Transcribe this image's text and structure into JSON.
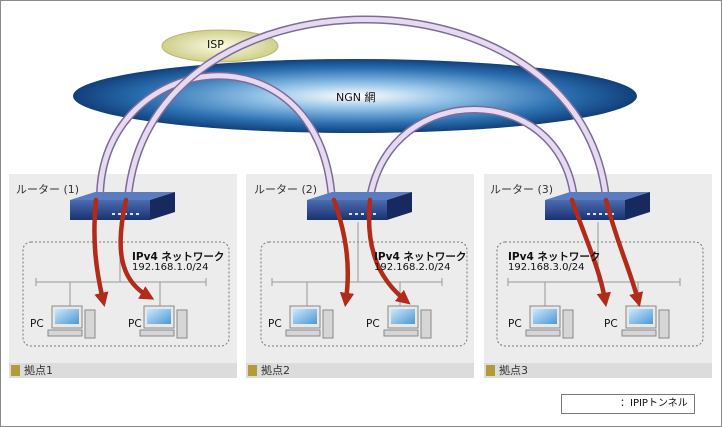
{
  "clouds": {
    "isp": "ISP",
    "ngn": "NGN 網"
  },
  "sites": [
    {
      "router": "ルーター (1)",
      "network": "IPv4 ネットワーク",
      "address": "192.168.1.0/24",
      "pc_a": "PC",
      "pc_b": "PC",
      "site": "拠点1"
    },
    {
      "router": "ルーター (2)",
      "network": "IPv4 ネットワーク",
      "address": "192.168.2.0/24",
      "pc_a": "PC",
      "pc_b": "PC",
      "site": "拠点2"
    },
    {
      "router": "ルーター (3)",
      "network": "IPv4 ネットワーク",
      "address": "192.168.3.0/24",
      "pc_a": "PC",
      "pc_b": "PC",
      "site": "拠点3"
    }
  ],
  "legend": {
    "text": "：IPIPトンネル"
  },
  "colors": {
    "tunnel_pipe": "#d8c8e8",
    "tunnel_arrow": "#b22a1a",
    "router": "#1e3a7a",
    "ngn_cloud": "#2a6fb0",
    "isp_cloud": "#e4e4b0",
    "site_marker": "#b59a3c"
  }
}
